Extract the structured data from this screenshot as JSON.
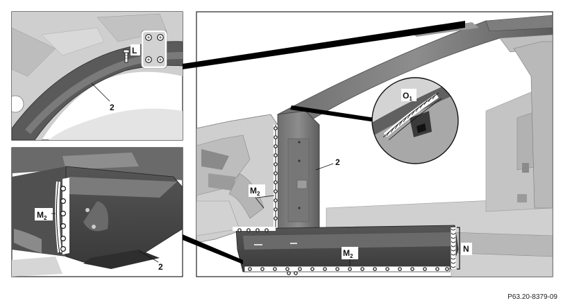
{
  "labels": {
    "part": "2",
    "bolt_group": "L",
    "weld_base": "M",
    "weld_sub": "2",
    "seam_base": "O",
    "seam_sub": "1",
    "seam_section": "N"
  },
  "reference_code": "P63.20-8379-09"
}
